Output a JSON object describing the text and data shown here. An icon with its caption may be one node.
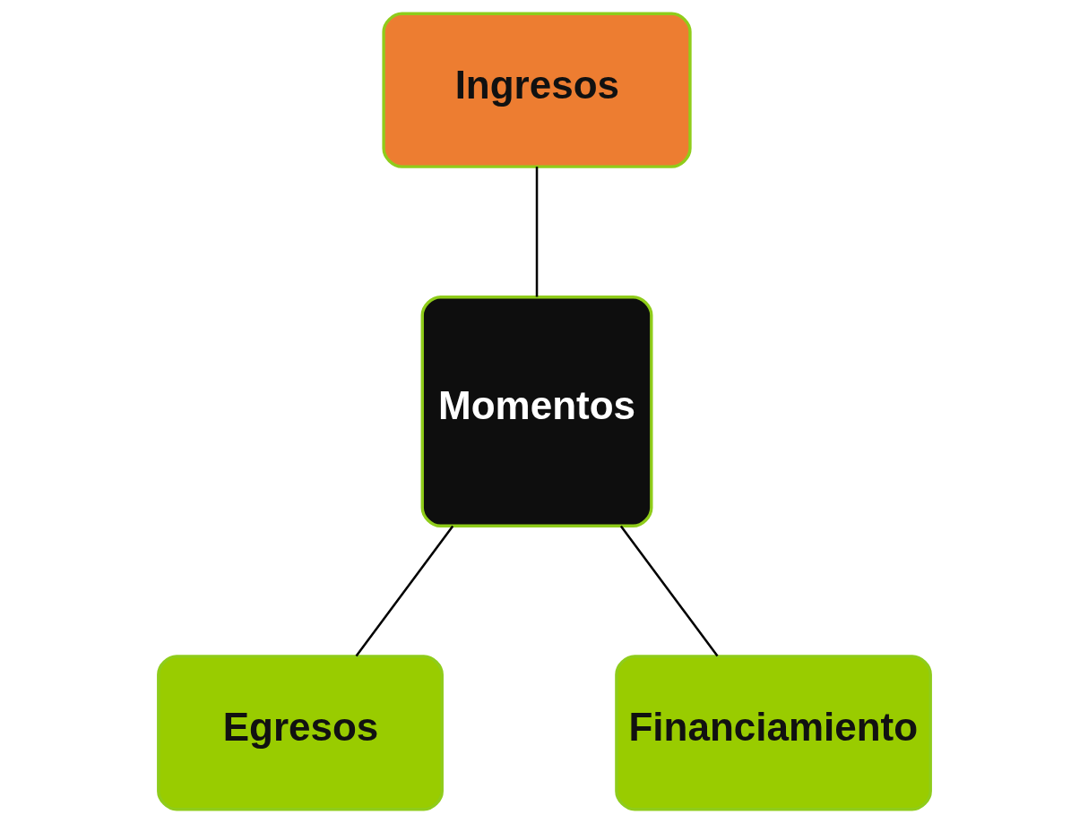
{
  "diagram": {
    "nodes": [
      {
        "text": [
          "Ingresos"
        ]
      },
      {
        "text": [
          "Momentos"
        ]
      },
      {
        "text": [
          "Egresos"
        ]
      },
      {
        "text": [
          "Financiamiento"
        ]
      }
    ],
    "edges": [
      {
        "from": 0,
        "to": 1,
        "arrow": "none"
      },
      {
        "from": 1,
        "to": 2,
        "arrow": "none"
      },
      {
        "from": 1,
        "to": 3,
        "arrow": "none"
      }
    ]
  }
}
